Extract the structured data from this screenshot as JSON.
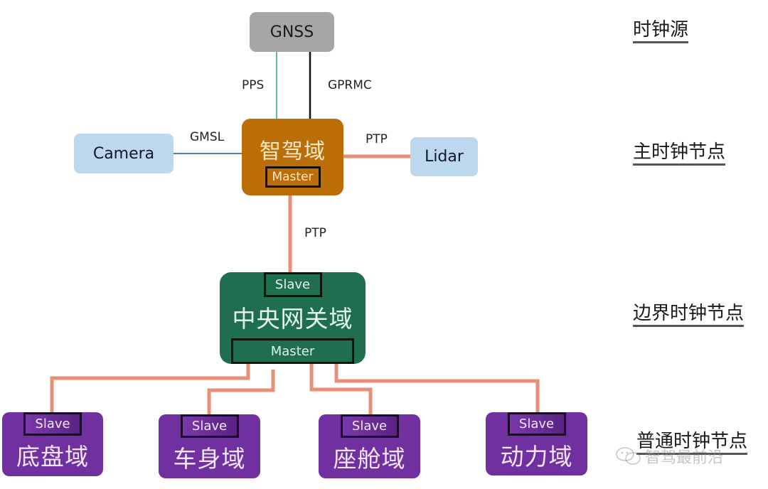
{
  "colors": {
    "gnss": "#a6a6a6",
    "peripheral": "#bdd7ee",
    "adas": "#bb6d07",
    "gateway": "#1e6e4f",
    "domain": "#7030a0",
    "ptp_wire": "#e88f78",
    "pps_wire": "#5fbfa0",
    "gprmc_wire": "#111111",
    "gmsl_wire": "#4a7fb5"
  },
  "nodes": {
    "gnss": {
      "label": "GNSS"
    },
    "camera": {
      "label": "Camera"
    },
    "lidar": {
      "label": "Lidar"
    },
    "adas": {
      "label": "智驾域",
      "role": "Master"
    },
    "gateway": {
      "label": "中央网关域",
      "role_top": "Slave",
      "role_bottom": "Master"
    },
    "domains": [
      {
        "label": "底盘域",
        "role": "Slave"
      },
      {
        "label": "车身域",
        "role": "Slave"
      },
      {
        "label": "座舱域",
        "role": "Slave"
      },
      {
        "label": "动力域",
        "role": "Slave"
      }
    ]
  },
  "links": {
    "pps": "PPS",
    "gprmc": "GPRMC",
    "gmsl": "GMSL",
    "ptp_lidar": "PTP",
    "ptp_gateway": "PTP"
  },
  "tiers": {
    "clock_source": "时钟源",
    "grandmaster": "主时钟节点",
    "boundary": "边界时钟节点",
    "ordinary": "普通时钟节点"
  },
  "watermark": {
    "icon": "wechat-icon",
    "text": "智驾最前沿"
  }
}
